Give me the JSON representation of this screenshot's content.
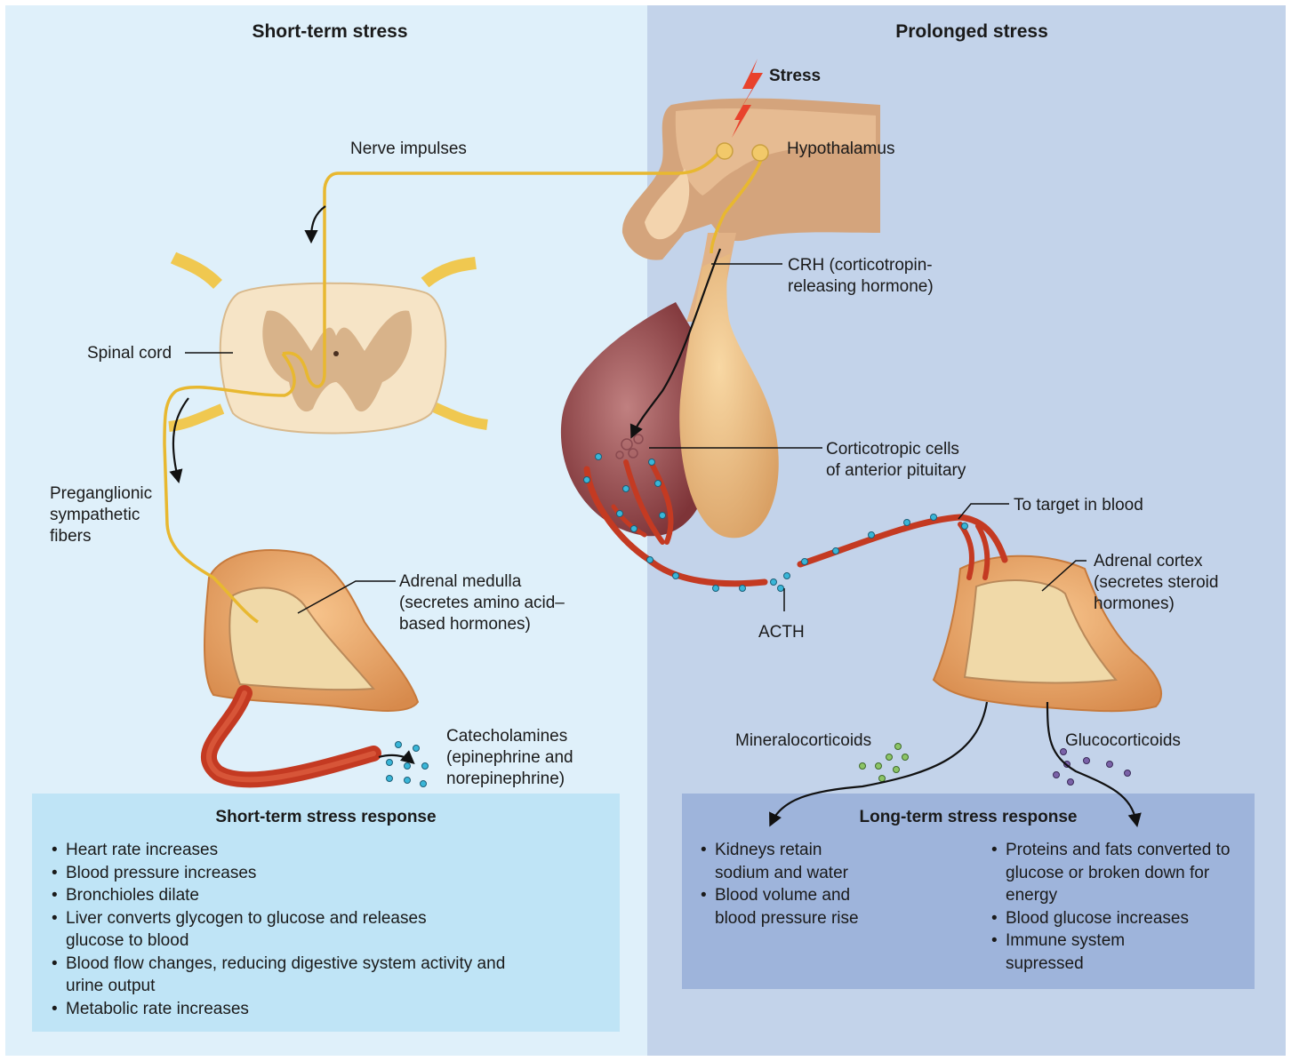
{
  "headings": {
    "left": "Short-term stress",
    "right": "Prolonged stress"
  },
  "labels": {
    "stress": "Stress",
    "hypothalamus": "Hypothalamus",
    "nerve_impulses": "Nerve impulses",
    "crh": [
      "CRH (corticotropin-",
      "releasing hormone)"
    ],
    "spinal_cord": "Spinal cord",
    "corticotropic": [
      "Corticotropic cells",
      "of anterior pituitary"
    ],
    "preganglionic": [
      "Preganglionic",
      "sympathetic",
      "fibers"
    ],
    "to_target": "To target in blood",
    "adrenal_medulla": [
      "Adrenal medulla",
      "(secretes amino acid–",
      "based hormones)"
    ],
    "adrenal_cortex": [
      "Adrenal cortex",
      "(secretes steroid",
      "hormones)"
    ],
    "acth": "ACTH",
    "catecholamines": [
      "Catecholamines",
      "(epinephrine and",
      "norepinephrine)"
    ],
    "mineralocorticoids": "Mineralocorticoids",
    "glucocorticoids": "Glucocorticoids"
  },
  "short_term_box": {
    "title": "Short-term stress response",
    "items": [
      "Heart rate increases",
      "Blood pressure increases",
      "Bronchioles dilate",
      "Liver converts glycogen to glucose and releases glucose to blood",
      "Blood flow changes, reducing digestive system activity and urine output",
      "Metabolic rate increases"
    ]
  },
  "long_term_box": {
    "title": "Long-term stress response",
    "left_items": [
      "Kidneys retain sodium and water",
      "Blood volume and blood pressure rise"
    ],
    "right_items": [
      "Proteins and fats converted to glucose or broken down for energy",
      "Blood glucose increases",
      "Immune system supressed"
    ]
  },
  "colors": {
    "left_panel": "#dff0fa",
    "right_panel": "#c3d3ea",
    "short_box": "#bfe4f6",
    "long_box": "#9eb4db",
    "nerve": "#e8b830",
    "vessel": "#c43a22",
    "hormone_dot": "#39b6d8",
    "mineralocorticoid_dot": "#8cc466",
    "glucocorticoid_dot": "#7a62a8",
    "stress_bolt": "#e8422c"
  }
}
